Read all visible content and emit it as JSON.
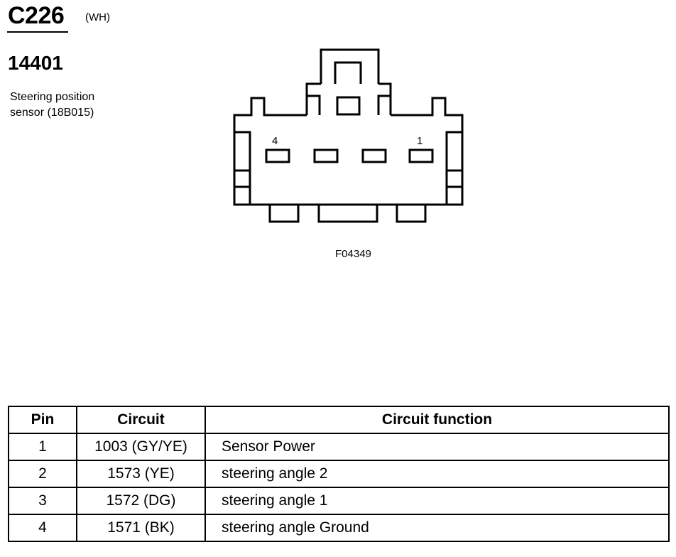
{
  "header": {
    "connector_id": "C226",
    "color_code": "(WH)",
    "part_number": "14401",
    "description_line1": "Steering position",
    "description_line2": "sensor (18B015)"
  },
  "diagram": {
    "pin_label_left": "4",
    "pin_label_right": "1",
    "figure_id": "F04349"
  },
  "table": {
    "headers": [
      "Pin",
      "Circuit",
      "Circuit function"
    ],
    "rows": [
      {
        "pin": "1",
        "circuit": "1003 (GY/YE)",
        "function": "Sensor Power"
      },
      {
        "pin": "2",
        "circuit": "1573 (YE)",
        "function": "steering angle 2"
      },
      {
        "pin": "3",
        "circuit": "1572 (DG)",
        "function": "steering angle 1"
      },
      {
        "pin": "4",
        "circuit": "1571 (BK)",
        "function": "steering angle Ground"
      }
    ]
  }
}
